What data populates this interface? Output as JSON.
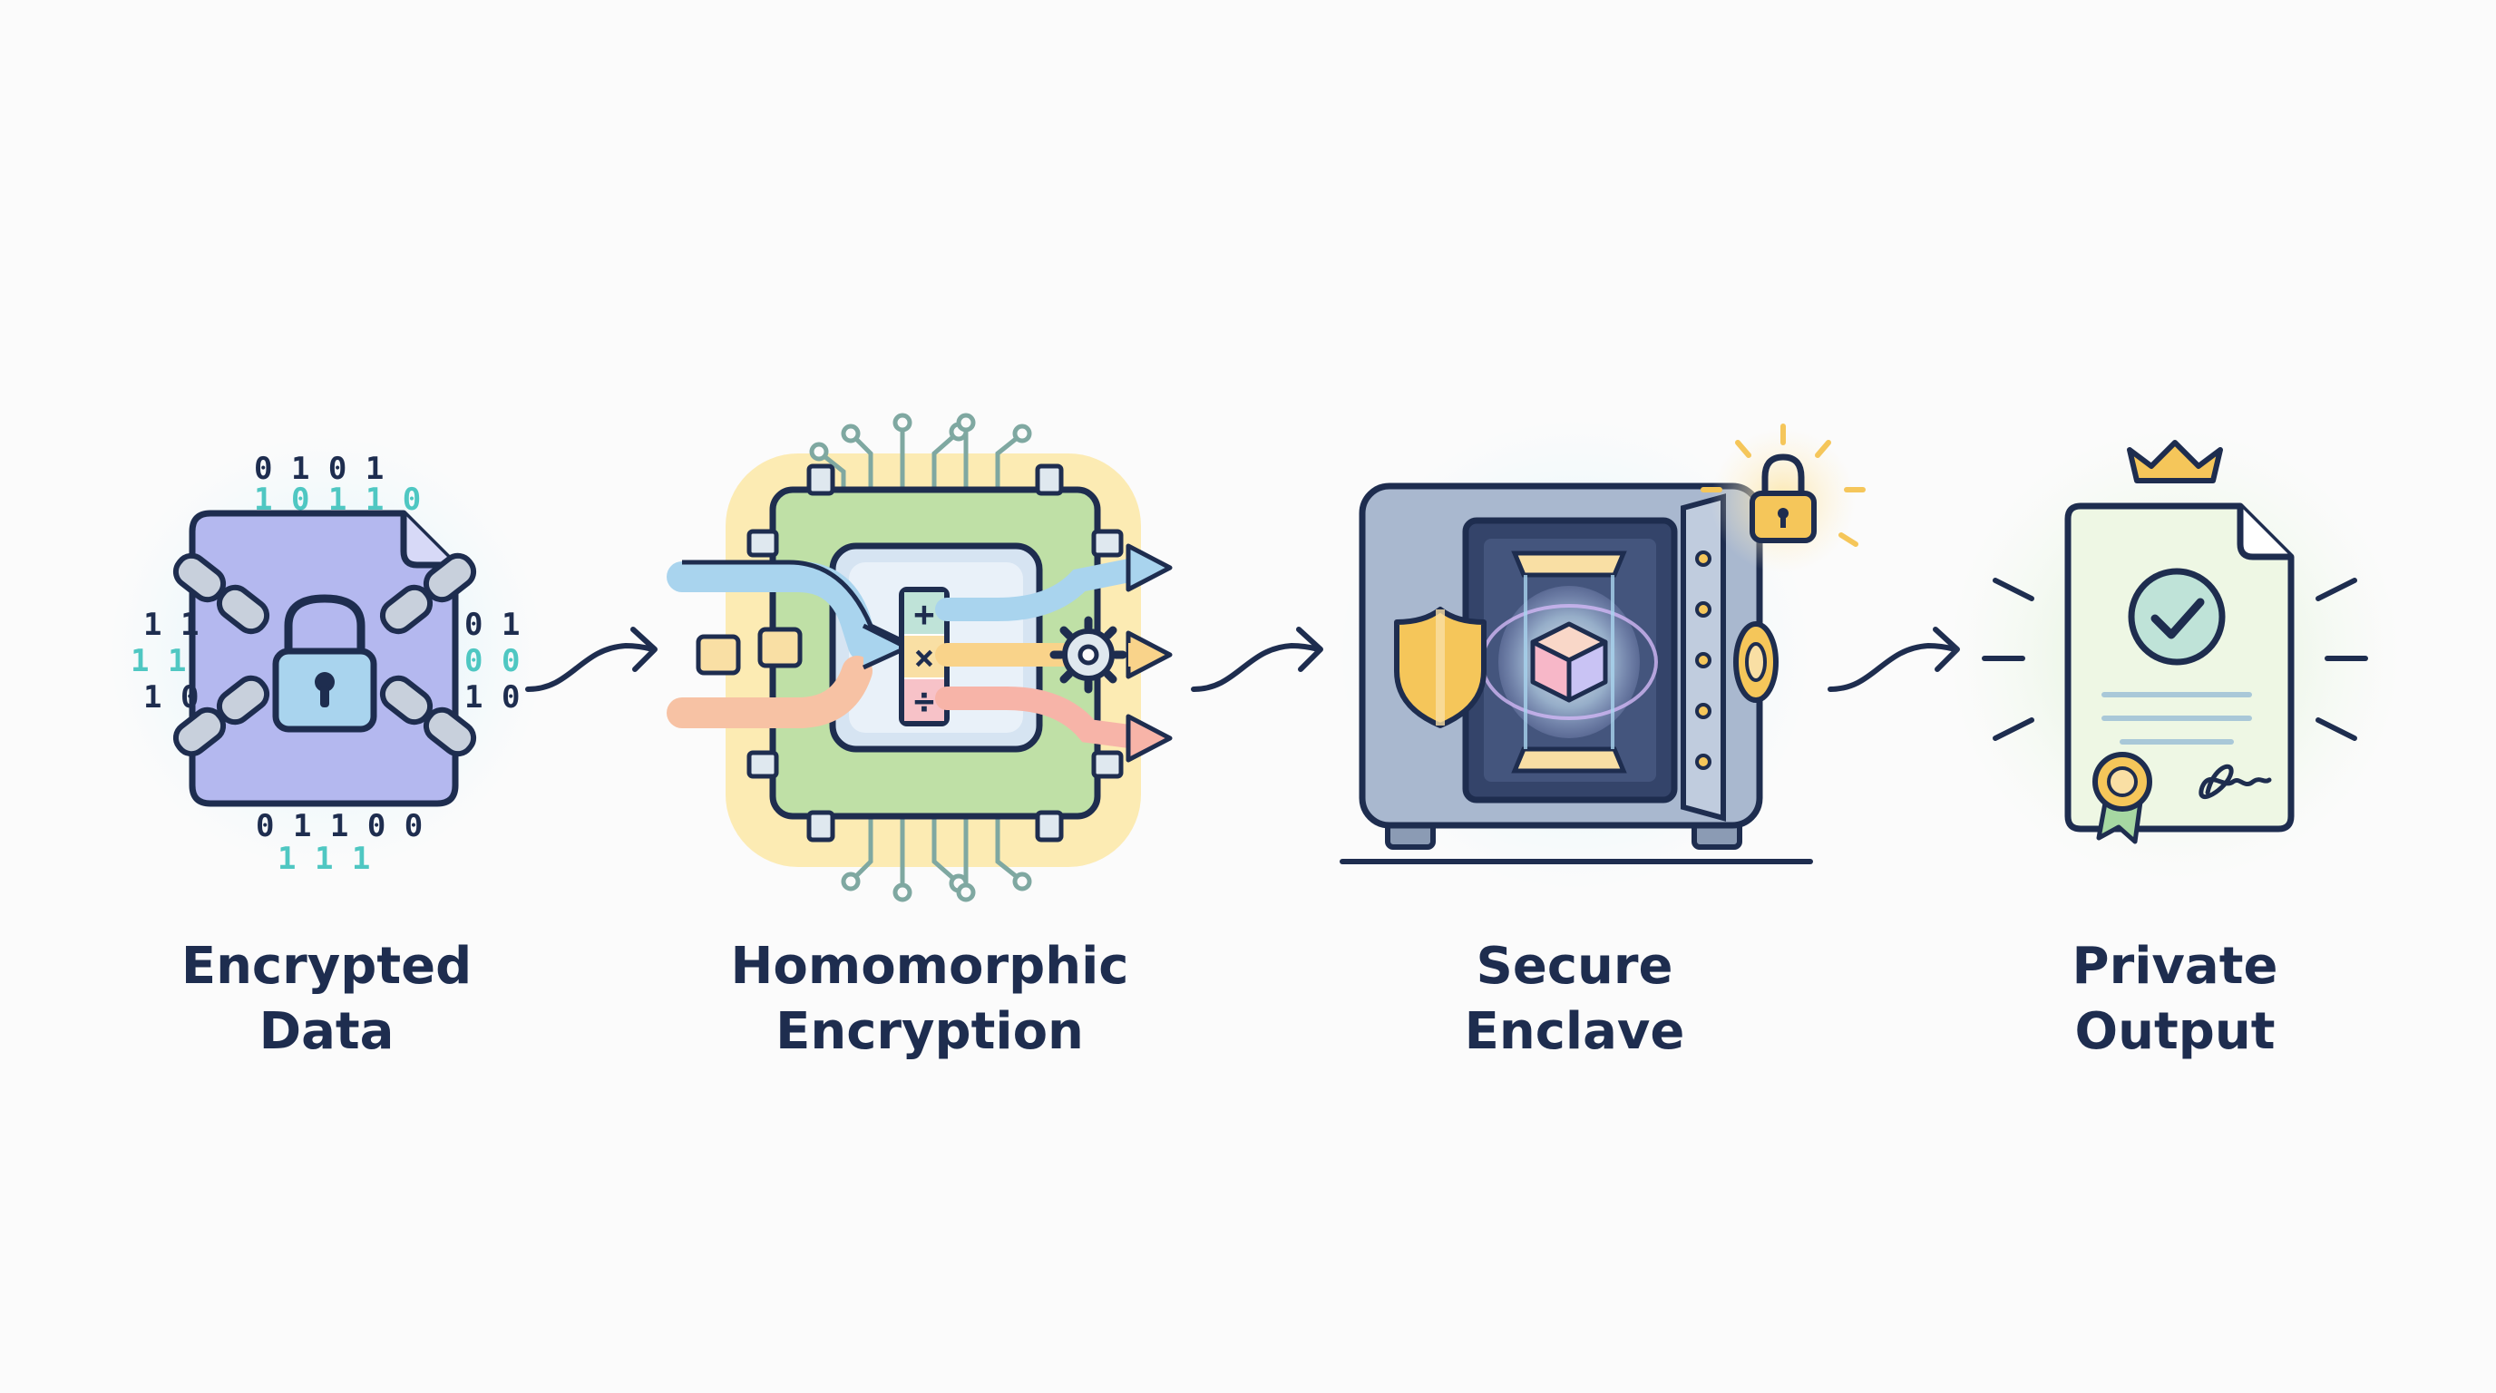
{
  "stages": [
    {
      "line1": "Encrypted",
      "line2": "Data",
      "icon": "locked-file-icon"
    },
    {
      "line1": "Homomorphic",
      "line2": "Encryption",
      "icon": "processor-chip-icon"
    },
    {
      "line1": "Secure",
      "line2": "Enclave",
      "icon": "vault-icon"
    },
    {
      "line1": "Private",
      "line2": "Output",
      "icon": "certificate-icon"
    }
  ],
  "binary": {
    "top": [
      "0  1 0  1",
      "1  0 1  1 0"
    ],
    "left": [
      "1 1",
      "1  1",
      "1 0"
    ],
    "right": [
      "0 1",
      "0 0",
      "1 0"
    ],
    "bottom": [
      "0 1 1 0 0",
      "1  1 1"
    ]
  },
  "ops": [
    "+",
    "×",
    "÷"
  ],
  "colors": {
    "ink": "#1e2d4f",
    "file": "#b4b8ef",
    "chip": "#bfe0a6",
    "chip_glow": "#fbe7a6",
    "vault": "#a9b8cf",
    "certificate": "#eef7e4",
    "gold": "#f5c65a",
    "teal": "#4fc7c2"
  }
}
